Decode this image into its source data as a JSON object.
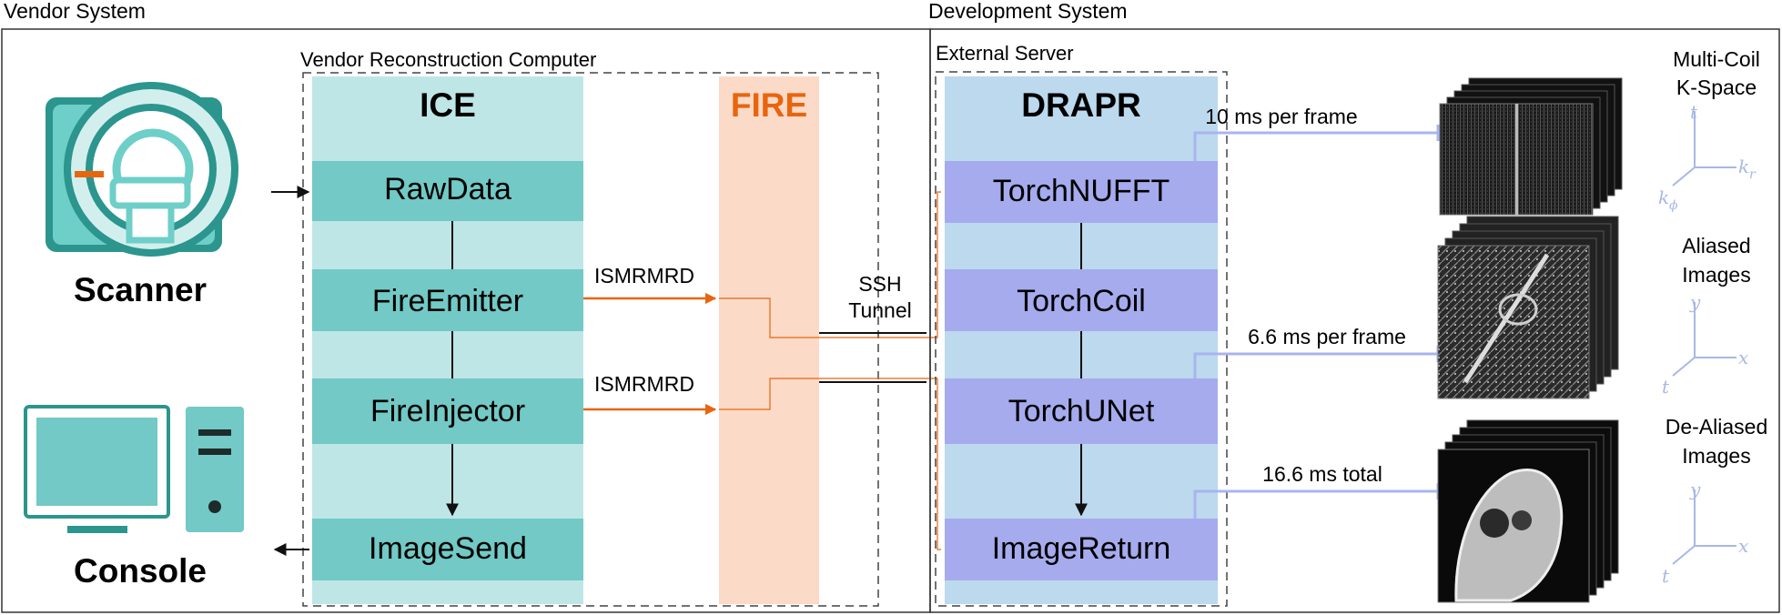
{
  "vendor_system": {
    "title": "Vendor System",
    "recon_computer_title": "Vendor Reconstruction Computer",
    "scanner_label": "Scanner",
    "console_label": "Console",
    "ice": {
      "title": "ICE",
      "modules": [
        "RawData",
        "FireEmitter",
        "FireInjector",
        "ImageSend"
      ]
    },
    "fire": {
      "title": "FIRE"
    },
    "link_labels": [
      "ISMRMRD",
      "ISMRMRD"
    ]
  },
  "ssh_tunnel": {
    "line1": "SSH",
    "line2": "Tunnel"
  },
  "development_system": {
    "title": "Development System",
    "external_server_title": "External Server",
    "drapr": {
      "title": "DRAPR",
      "modules": [
        "TorchNUFFT",
        "TorchCoil",
        "TorchUNet",
        "ImageReturn"
      ]
    },
    "timings": [
      "10 ms per frame",
      "6.6 ms per frame",
      "16.6 ms total"
    ],
    "outputs": [
      {
        "line1": "Multi-Coil",
        "line2": "K-Space",
        "axes": {
          "vertical": "t",
          "horizontal": "k",
          "horizontal_sub": "r",
          "diagonal": "k",
          "diagonal_sub": "ϕ"
        }
      },
      {
        "line1": "Aliased",
        "line2": "Images",
        "axes": {
          "vertical": "y",
          "horizontal": "x",
          "diagonal": "t"
        }
      },
      {
        "line1": "De-Aliased",
        "line2": "Images",
        "axes": {
          "vertical": "y",
          "horizontal": "x",
          "diagonal": "t"
        }
      }
    ]
  },
  "colors": {
    "ice_column": "#bfe6e6",
    "ice_module": "#72c9c5",
    "fire_column": "#fcdac8",
    "drapr_column": "#bcd9ee",
    "drapr_module": "#a6abee",
    "orange": "#e8650f",
    "timing_line": "#a9b4ee",
    "axes": "#a8b8e4",
    "scanner_teal": "#2b958e",
    "scanner_light": "#6ecfc8"
  }
}
